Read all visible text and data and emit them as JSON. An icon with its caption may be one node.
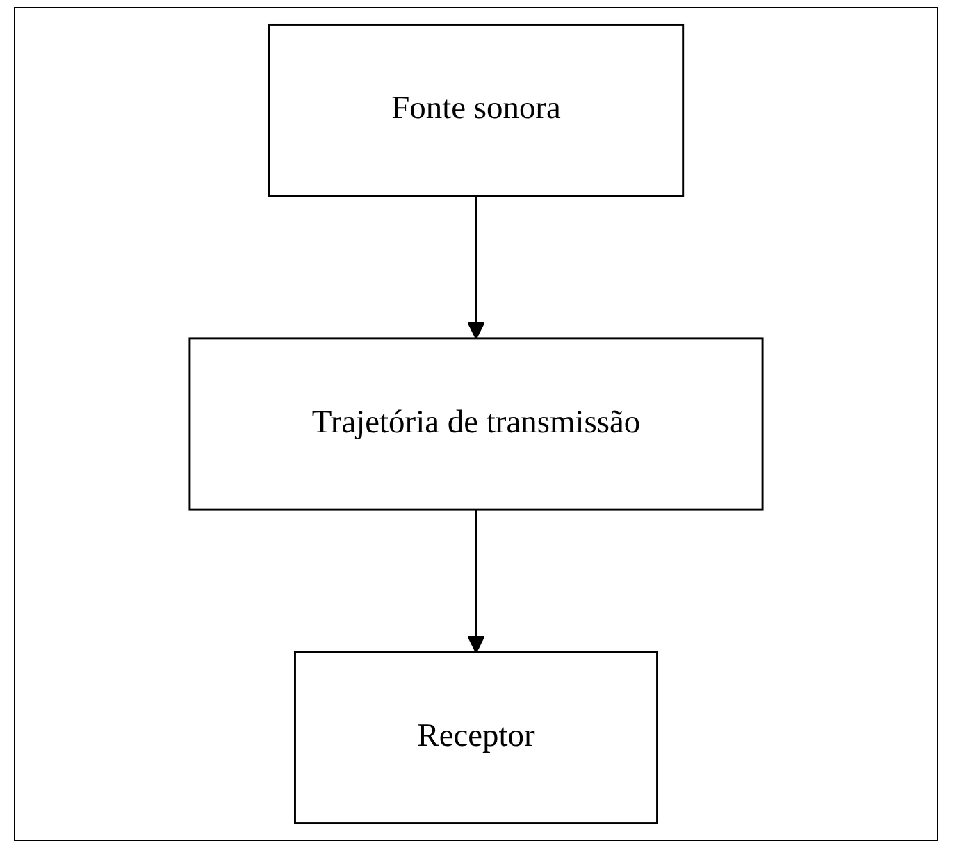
{
  "diagram": {
    "nodes": [
      {
        "text": [
          "Fonte sonora"
        ]
      },
      {
        "text": [
          "Trajetória de transmissão"
        ]
      },
      {
        "text": [
          "Receptor"
        ]
      }
    ],
    "edges": [
      {
        "from": 0,
        "to": 1,
        "arrow": "to"
      },
      {
        "from": 1,
        "to": 2,
        "arrow": "to"
      }
    ]
  }
}
